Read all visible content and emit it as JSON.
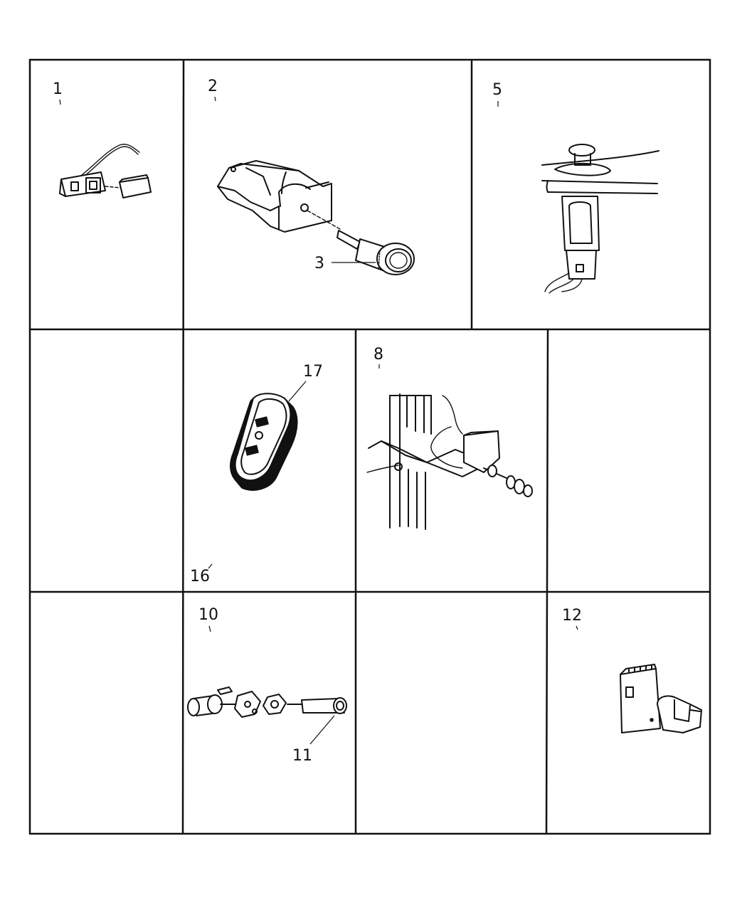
{
  "callouts": {
    "c1": "1",
    "c2": "2",
    "c3": "3",
    "c5": "5",
    "c8": "8",
    "c10": "10",
    "c11": "11",
    "c12": "12",
    "c16": "16",
    "c17": "17"
  }
}
